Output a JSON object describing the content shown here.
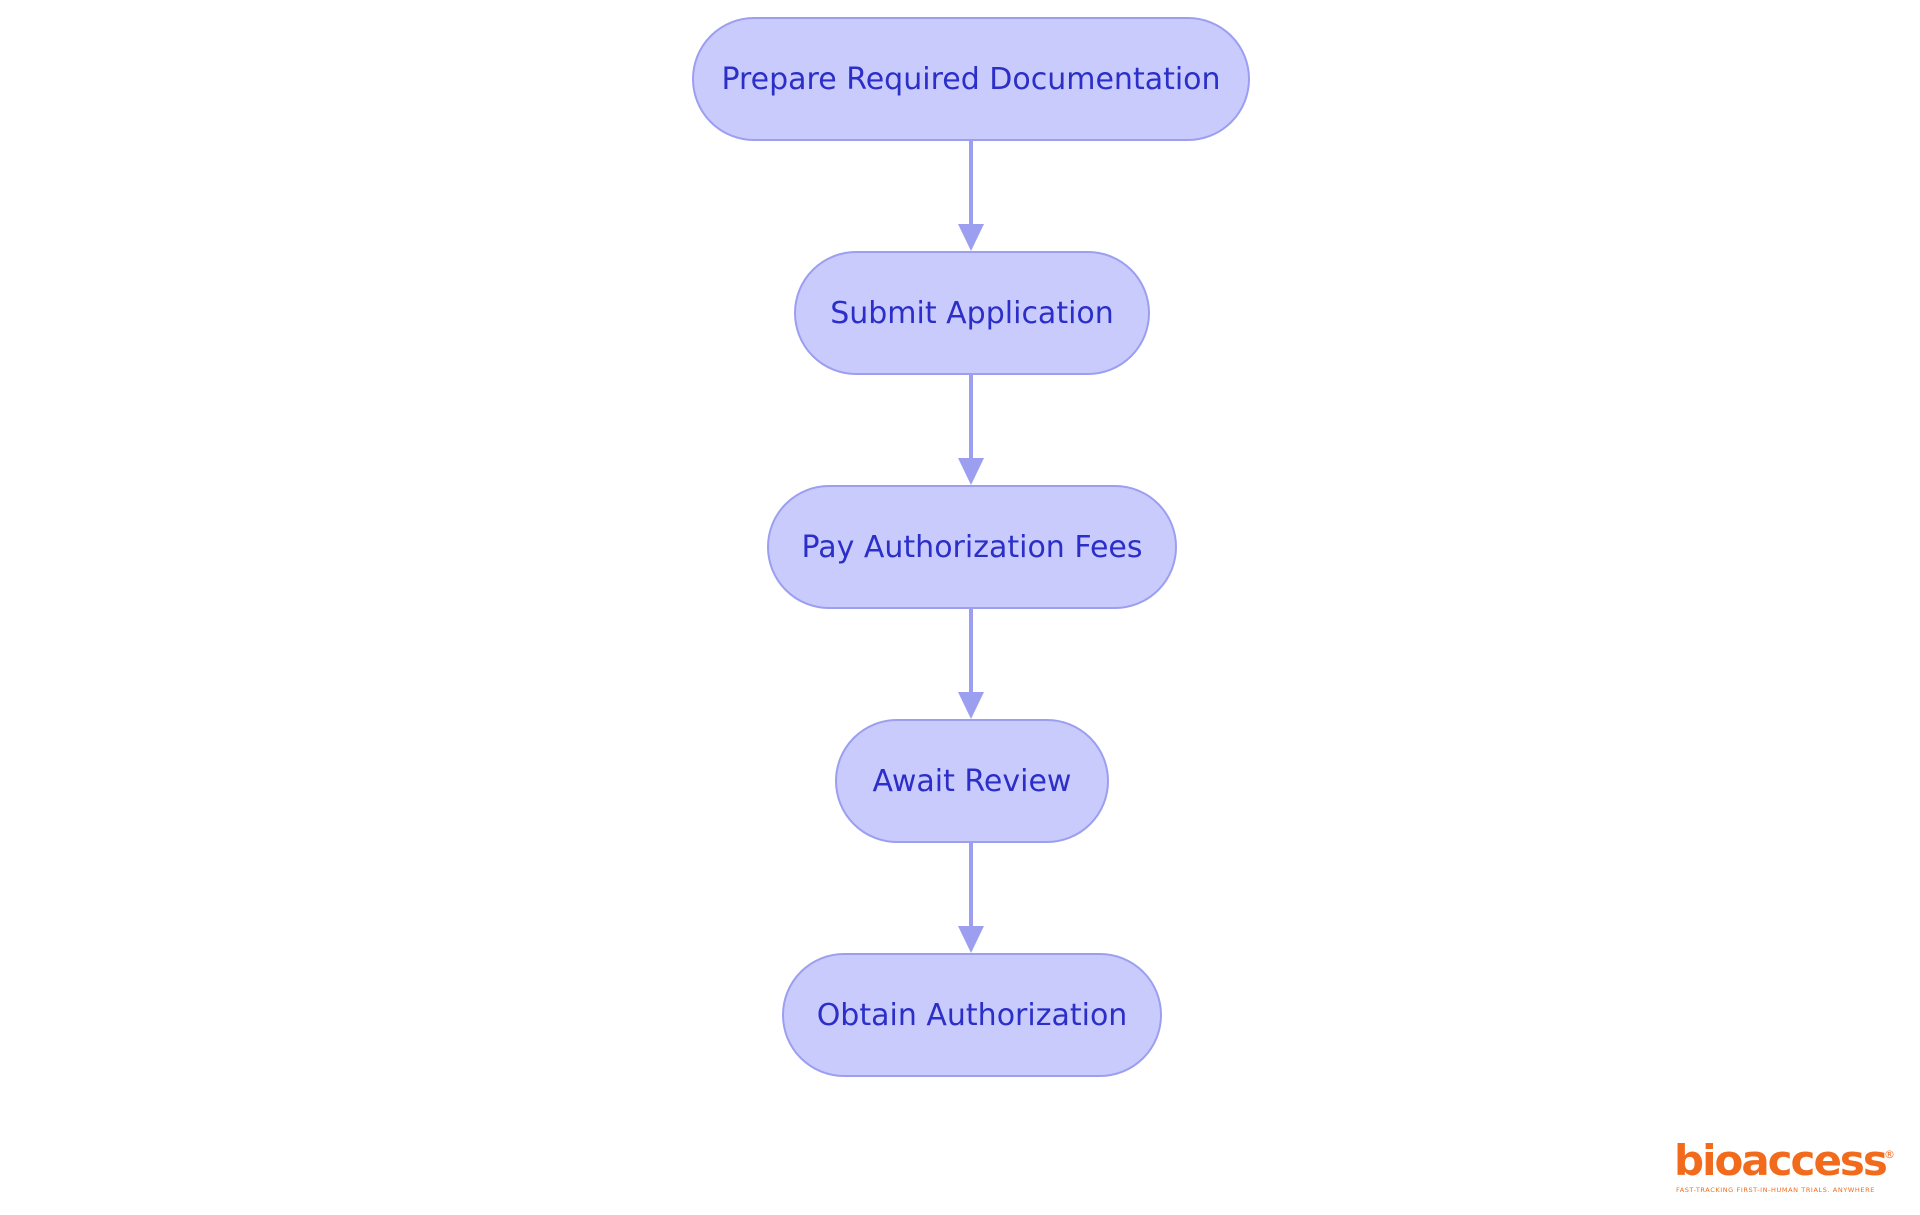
{
  "diagram": {
    "type": "flowchart",
    "direction": "top-to-bottom",
    "colors": {
      "node_fill": "#c9cbfd",
      "node_border": "#9c9ff0",
      "node_text": "#2c2fc7",
      "edge": "#9c9ff0"
    },
    "nodes": [
      {
        "id": "prepare",
        "label": "Prepare Required Documentation"
      },
      {
        "id": "submit",
        "label": "Submit Application"
      },
      {
        "id": "pay",
        "label": "Pay Authorization Fees"
      },
      {
        "id": "await",
        "label": "Await Review"
      },
      {
        "id": "obtain",
        "label": "Obtain Authorization"
      }
    ],
    "edges": [
      {
        "from": "prepare",
        "to": "submit"
      },
      {
        "from": "submit",
        "to": "pay"
      },
      {
        "from": "pay",
        "to": "await"
      },
      {
        "from": "await",
        "to": "obtain"
      }
    ]
  },
  "logo": {
    "wordmark": "bioaccess",
    "registered": "®",
    "tagline": "FAST-TRACKING FIRST-IN-HUMAN TRIALS. ANYWHERE",
    "color": "#f26b1d"
  }
}
